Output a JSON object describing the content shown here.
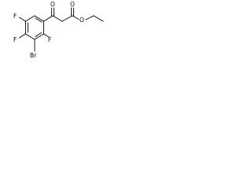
{
  "molecule": {
    "atoms": {
      "o_ketone": "O",
      "o_ester_carbonyl": "O",
      "o_ester": "O",
      "f_top": "F",
      "f_left": "F",
      "br": "Br",
      "f_right": "F"
    }
  }
}
